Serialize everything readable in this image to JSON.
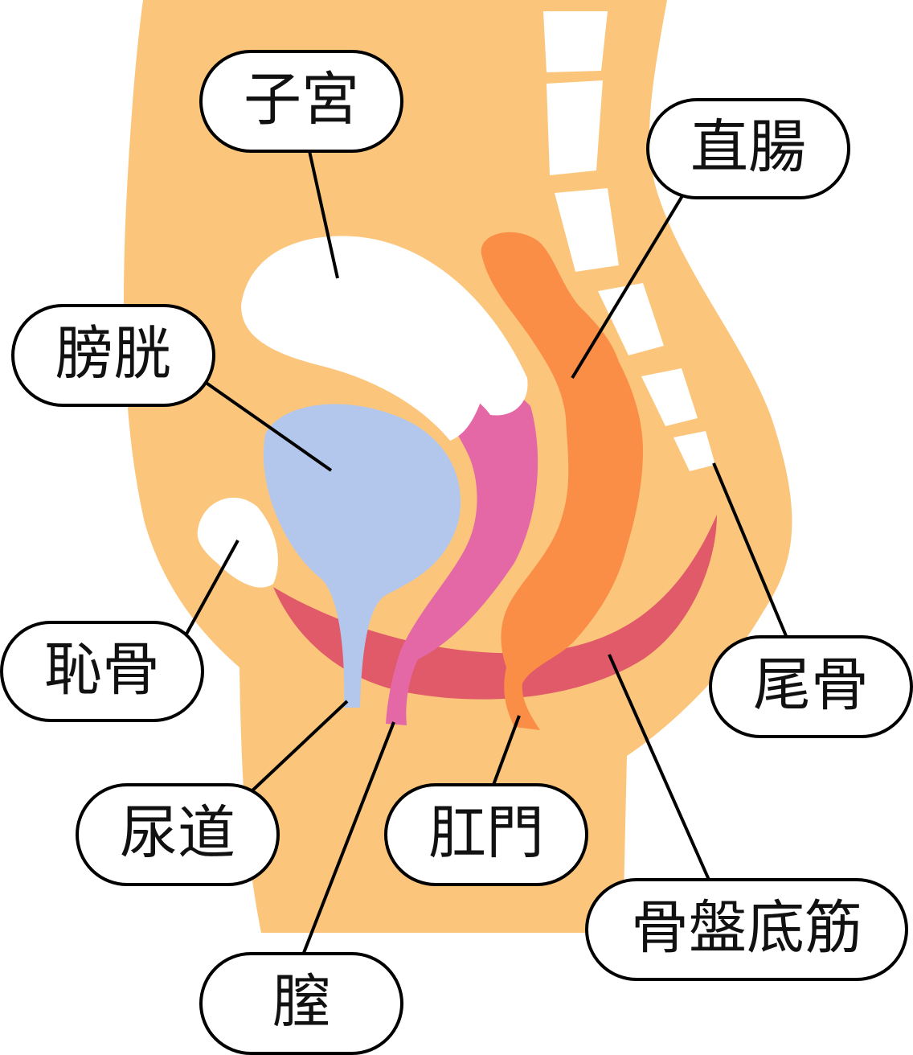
{
  "labels": {
    "uterus": "子宮",
    "rectum": "直腸",
    "bladder": "膀胱",
    "pubic_bone": "恥骨",
    "urethra": "尿道",
    "vagina": "膣",
    "anus": "肛門",
    "coccyx": "尾骨",
    "pelvic_floor_muscles": "骨盤底筋"
  },
  "colors": {
    "body": "#fbc67b",
    "uterus": "#e468a6",
    "bladder": "#b3c7ec",
    "rectum": "#fb8e46",
    "pelvic_floor": "#e05a69",
    "bone": "#ffffff",
    "outline": "#000000"
  }
}
